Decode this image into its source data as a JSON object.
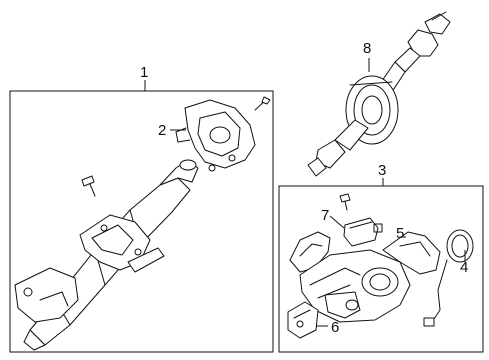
{
  "callouts": {
    "c1": "1",
    "c2": "2",
    "c3": "3",
    "c4": "4",
    "c5": "5",
    "c6": "6",
    "c7": "7",
    "c8": "8"
  },
  "colors": {
    "line": "#111111",
    "background": "#ffffff"
  }
}
